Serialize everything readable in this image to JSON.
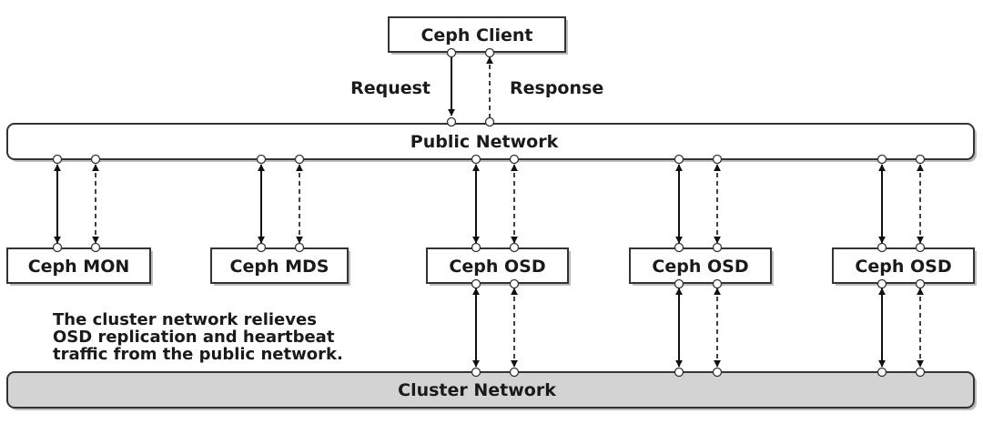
{
  "client": {
    "label": "Ceph Client"
  },
  "request_label": "Request",
  "response_label": "Response",
  "public_network": {
    "label": "Public Network"
  },
  "cluster_network": {
    "label": "Cluster Network"
  },
  "nodes": [
    {
      "label": "Ceph MON",
      "cluster_link": false
    },
    {
      "label": "Ceph MDS",
      "cluster_link": false
    },
    {
      "label": "Ceph OSD",
      "cluster_link": true
    },
    {
      "label": "Ceph OSD",
      "cluster_link": true
    },
    {
      "label": "Ceph OSD",
      "cluster_link": true
    }
  ],
  "note": {
    "lines": [
      "The cluster network relieves",
      "OSD replication and heartbeat",
      "traffic from the public network."
    ]
  },
  "colors": {
    "public_network_fill": "#ffffff",
    "cluster_network_fill": "#d3d3d3",
    "stroke": "#333333"
  }
}
